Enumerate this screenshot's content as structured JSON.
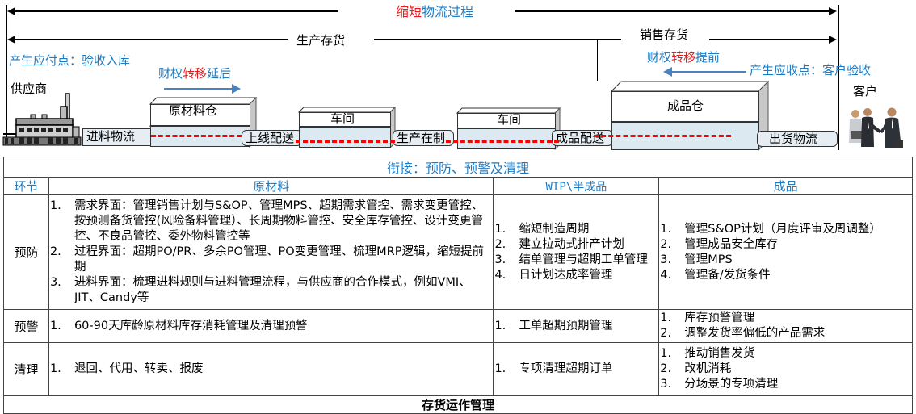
{
  "flow": {
    "title_parts": [
      {
        "text": "缩短",
        "color": "#e31b1b"
      },
      {
        "text": "物流过程",
        "color": "#1f7bc1"
      }
    ],
    "production_inventory": "生产存货",
    "sales_inventory": "销售存货",
    "payable_point": "产生应付点：验收入库",
    "receivable_point": "产生应收点：客户验收",
    "transfer_delay": {
      "pre": "财权",
      "mid": "转移",
      "post": "延后"
    },
    "transfer_advance": {
      "pre": "财权",
      "mid": "转移",
      "post": "提前"
    },
    "supplier": "供应商",
    "customer": "客户",
    "nodes": {
      "raw_warehouse": "原材料仓",
      "workshop_1": "车间",
      "workshop_2": "车间",
      "finished_warehouse": "成品仓"
    },
    "pipes": {
      "inbound": "进料物流",
      "line_feed": "上线配送",
      "wip": "生产在制",
      "fg_delivery": "成品配送",
      "outbound": "出货物流"
    },
    "colors": {
      "accent_blue": "#1f7bc1",
      "accent_red": "#e31b1b",
      "dash_red": "#ff0000",
      "box_fill": "#dde9f1"
    }
  },
  "table": {
    "title": "衔接：预防、预警及清理",
    "headers": [
      "环节",
      "原材料",
      "WIP\\半成品",
      "成品"
    ],
    "rows": [
      {
        "label": "预防",
        "raw": [
          {
            "n": "1.",
            "t": "需求界面：管理销售计划与S&OP、管理MPS、超期需求管控、需求变更管控、按预测备货管控(风险备料管理）、长周期物料管控、安全库存管控、设计变更管控、不良品管控、委外物料管控等"
          },
          {
            "n": "2.",
            "t": "过程界面：超期PO/PR、多余PO管理、PO变更管理、梳理MRP逻辑，缩短提前期"
          },
          {
            "n": "3.",
            "t": "进料界面：梳理进料规则与进料管理流程，与供应商的合作模式，例如VMI、JIT、Candy等"
          }
        ],
        "wip": [
          {
            "n": "1.",
            "t": "缩短制造周期"
          },
          {
            "n": "2.",
            "t": "建立拉动式排产计划"
          },
          {
            "n": "3.",
            "t": "结单管理与超期工单管理"
          },
          {
            "n": "4.",
            "t": "日计划达成率管理"
          }
        ],
        "fg": [
          {
            "n": "1.",
            "t": "管理S&OP计划（月度评审及周调整）"
          },
          {
            "n": "2.",
            "t": "管理成品安全库存"
          },
          {
            "n": "3.",
            "t": "管理MPS"
          },
          {
            "n": "4.",
            "t": "管理备/发货条件"
          }
        ]
      },
      {
        "label": "预警",
        "raw": [
          {
            "n": "1.",
            "t": "60-90天库龄原材料库存消耗管理及清理预警"
          }
        ],
        "wip": [
          {
            "n": "1.",
            "t": "工单超期预期管理"
          }
        ],
        "fg": [
          {
            "n": "1.",
            "t": "库存预警管理"
          },
          {
            "n": "2.",
            "t": "调整发货率偏低的产品需求"
          }
        ]
      },
      {
        "label": "清理",
        "raw": [
          {
            "n": "1.",
            "t": "退回、代用、转卖、报废"
          }
        ],
        "wip": [
          {
            "n": "1.",
            "t": "专项清理超期订单"
          }
        ],
        "fg": [
          {
            "n": "1.",
            "t": "推动销售发货"
          },
          {
            "n": "2.",
            "t": "改机消耗"
          },
          {
            "n": "3.",
            "t": "分场景的专项清理"
          }
        ]
      }
    ],
    "footer": "存货运作管理"
  }
}
